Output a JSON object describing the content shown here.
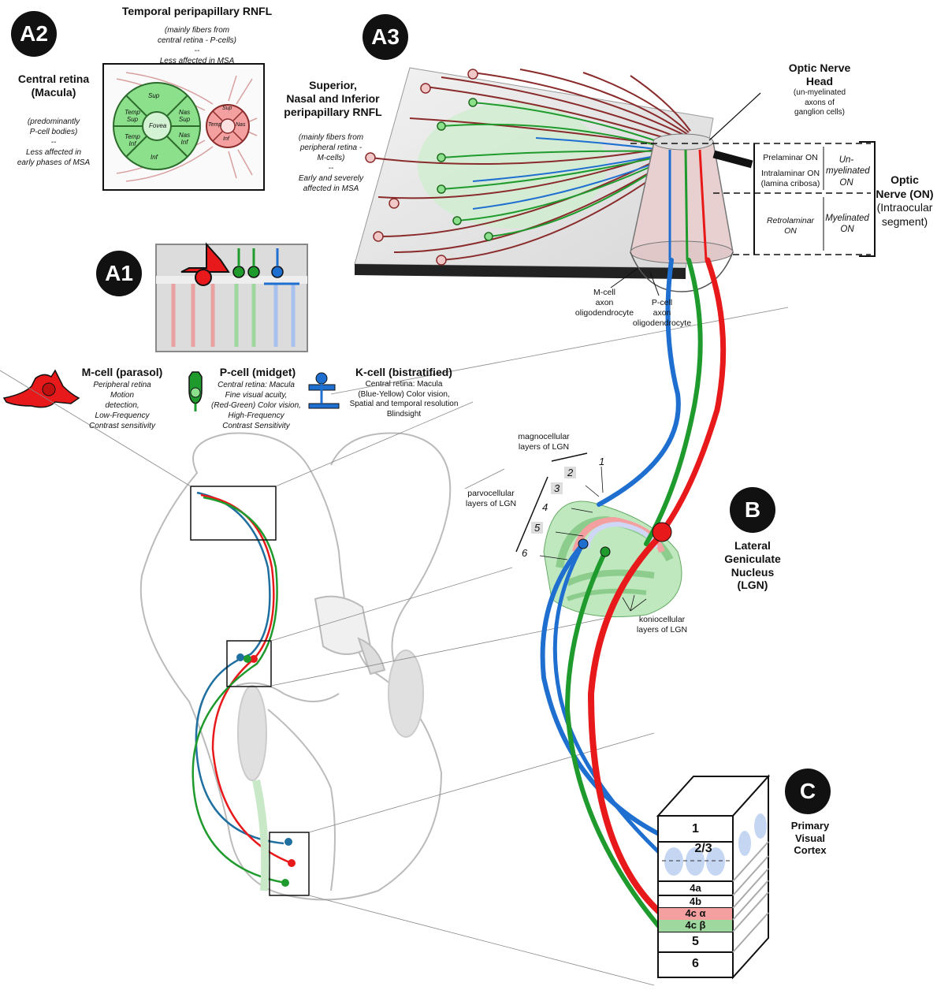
{
  "a2": {
    "badge": "A2",
    "title": "Temporal peripapillary RNFL",
    "title_note_1": "(mainly fibers from",
    "title_note_2": "central retina - P-cells)",
    "title_note_3": "--",
    "title_note_4": "Less affected in MSA",
    "left_title_1": "Central retina",
    "left_title_2": "(Macula)",
    "left_note_1": "(predominantly",
    "left_note_2": "P-cell bodies)",
    "left_note_3": "--",
    "left_note_4": "Less affected in",
    "left_note_5": "early phases of MSA",
    "right_title_1": "Superior,",
    "right_title_2": "Nasal and Inferior",
    "right_title_3": "peripapillary RNFL",
    "right_note_1": "(mainly fibers from",
    "right_note_2": "peripheral retina -",
    "right_note_3": "M-cells)",
    "right_note_4": "--",
    "right_note_5": "Early and severely",
    "right_note_6": "affected in MSA",
    "macula_sectors": [
      "Sup",
      "Temp Sup",
      "Nas Sup",
      "Fovea",
      "Temp Inf",
      "Nas Inf",
      "Inf"
    ],
    "disc_sectors": [
      "Sup",
      "Temp",
      "Nas",
      "Inf"
    ]
  },
  "a3": {
    "badge": "A3",
    "onh_title_1": "Optic Nerve",
    "onh_title_2": "Head",
    "onh_note_1": "(un-myelinated",
    "onh_note_2": "axons of",
    "onh_note_3": "ganglion cells)",
    "prelaminar": "Prelaminar ON",
    "intralaminar_1": "Intralaminar ON",
    "intralaminar_2": "(lamina cribosa)",
    "retrolaminar_1": "Retrolaminar",
    "retrolaminar_2": "ON",
    "unmyelinated_1": "Un-",
    "unmyelinated_2": "myelinated",
    "unmyelinated_3": "ON",
    "myelinated_1": "Myelinated",
    "myelinated_2": "ON",
    "on_title_1": "Optic",
    "on_title_2": "Nerve (ON)",
    "on_title_3": "(Intraocular",
    "on_title_4": "segment)",
    "mcell_oligo_1": "M-cell",
    "mcell_oligo_2": "axon",
    "mcell_oligo_3": "oligodendrocyte",
    "pcell_oligo_1": "P-cell",
    "pcell_oligo_2": "axon",
    "pcell_oligo_3": "oligodendrocyte"
  },
  "a1": {
    "badge": "A1",
    "mcell_title": "M-cell (parasol)",
    "mcell_lines": [
      "Peripheral retina",
      "Motion",
      "detection,",
      "Low-Frequency",
      "Contrast sensitivity"
    ],
    "pcell_title": "P-cell (midget)",
    "pcell_lines": [
      "Central retina: Macula",
      "Fine visual acuity,",
      "(Red-Green) Color vision,",
      "High-Frequency",
      "Contrast Sensitivity"
    ],
    "kcell_title": "K-cell (bistratified)",
    "kcell_lines": [
      "Central retina: Macula",
      "(Blue-Yellow) Color vision,",
      "Spatial and temporal resolution",
      "Blindsight"
    ]
  },
  "b": {
    "badge": "B",
    "title_1": "Lateral",
    "title_2": "Geniculate",
    "title_3": "Nucleus",
    "title_4": "(LGN)",
    "magno_1": "magnocellular",
    "magno_2": "layers of LGN",
    "parvo_1": "parvocellular",
    "parvo_2": "layers of LGN",
    "konio_1": "koniocellular",
    "konio_2": "layers of LGN",
    "layers": [
      "1",
      "2",
      "3",
      "4",
      "5",
      "6"
    ]
  },
  "c": {
    "badge": "C",
    "title_1": "Primary",
    "title_2": "Visual",
    "title_3": "Cortex",
    "layers": [
      "1",
      "2/3",
      "4a",
      "4b",
      "4c α",
      "4c β",
      "5",
      "6"
    ]
  },
  "colors": {
    "m_cell": "#e8191a",
    "p_cell": "#1f9a2c",
    "k_cell": "#1e6fd0",
    "fovea_green": "#8ce08c",
    "disc_pink": "#f4a0a0"
  }
}
